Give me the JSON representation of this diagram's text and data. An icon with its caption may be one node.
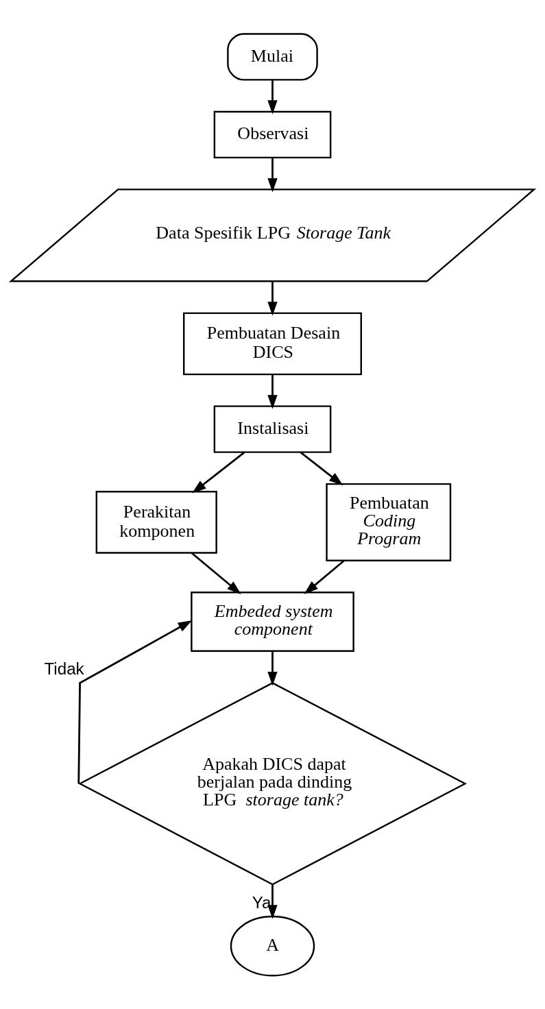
{
  "diagram": {
    "nodes": [
      {
        "text": [
          "Mulai"
        ]
      },
      {
        "text": [
          "Observasi"
        ]
      },
      {
        "text": [
          "Data Spesifik LPG *Storage Tank*"
        ]
      },
      {
        "text": [
          "Pembuatan Desain DICS"
        ]
      },
      {
        "text": [
          "Instalisasi"
        ]
      },
      {
        "text": [
          "Perakitan komponen"
        ]
      },
      {
        "text": [
          "Pembuatan *Coding Program*"
        ]
      },
      {
        "text": [
          "Embeded system component"
        ]
      },
      {
        "text": [
          "Apakah DICS dapat berjalan pada dinding LPG *storage tank?*"
        ]
      },
      {
        "text": [
          "A"
        ]
      }
    ],
    "edges": [
      {
        "from": 0,
        "to": 1,
        "arrow": "to"
      },
      {
        "from": 1,
        "to": 2,
        "arrow": "to"
      },
      {
        "from": 2,
        "to": 3,
        "arrow": "to"
      },
      {
        "from": 3,
        "to": 4,
        "arrow": "to"
      },
      {
        "from": 4,
        "to": 5,
        "arrow": "to"
      },
      {
        "from": 4,
        "to": 6,
        "arrow": "to"
      },
      {
        "from": 5,
        "to": 7,
        "arrow": "to"
      },
      {
        "from": 6,
        "to": 7,
        "arrow": "to"
      },
      {
        "from": 7,
        "to": 8,
        "arrow": "to"
      },
      {
        "from": 8,
        "to": 9,
        "label": "Ya",
        "arrow": "to"
      },
      {
        "from": 8,
        "to": 7,
        "label": "Tidak",
        "arrow": "to"
      }
    ]
  }
}
